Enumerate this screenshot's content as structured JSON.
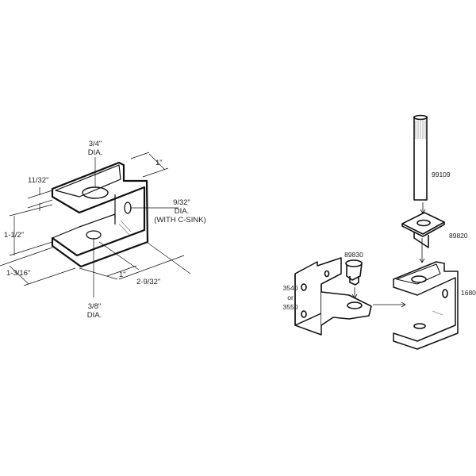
{
  "dimension_diagram": {
    "top_hole": [
      "3/4\"",
      "DIA."
    ],
    "depth": "1\"",
    "flange_thickness": "11/32\"",
    "side_hole": [
      "9/32\"",
      "DIA.",
      "(WITH C-SINK)"
    ],
    "gap_height": "1-1/2\"",
    "bottom_offset": "1-3/16\"",
    "hole_offset": "1\"",
    "length": "2-9/32\"",
    "bottom_hole": [
      "3/8\"",
      "DIA."
    ]
  },
  "assembly_diagram": {
    "pin": "99109",
    "washer_plate": "89820",
    "bushing": "89830",
    "hinge_bracket": [
      "3540",
      "or",
      "3550"
    ],
    "bracket": "1680"
  }
}
